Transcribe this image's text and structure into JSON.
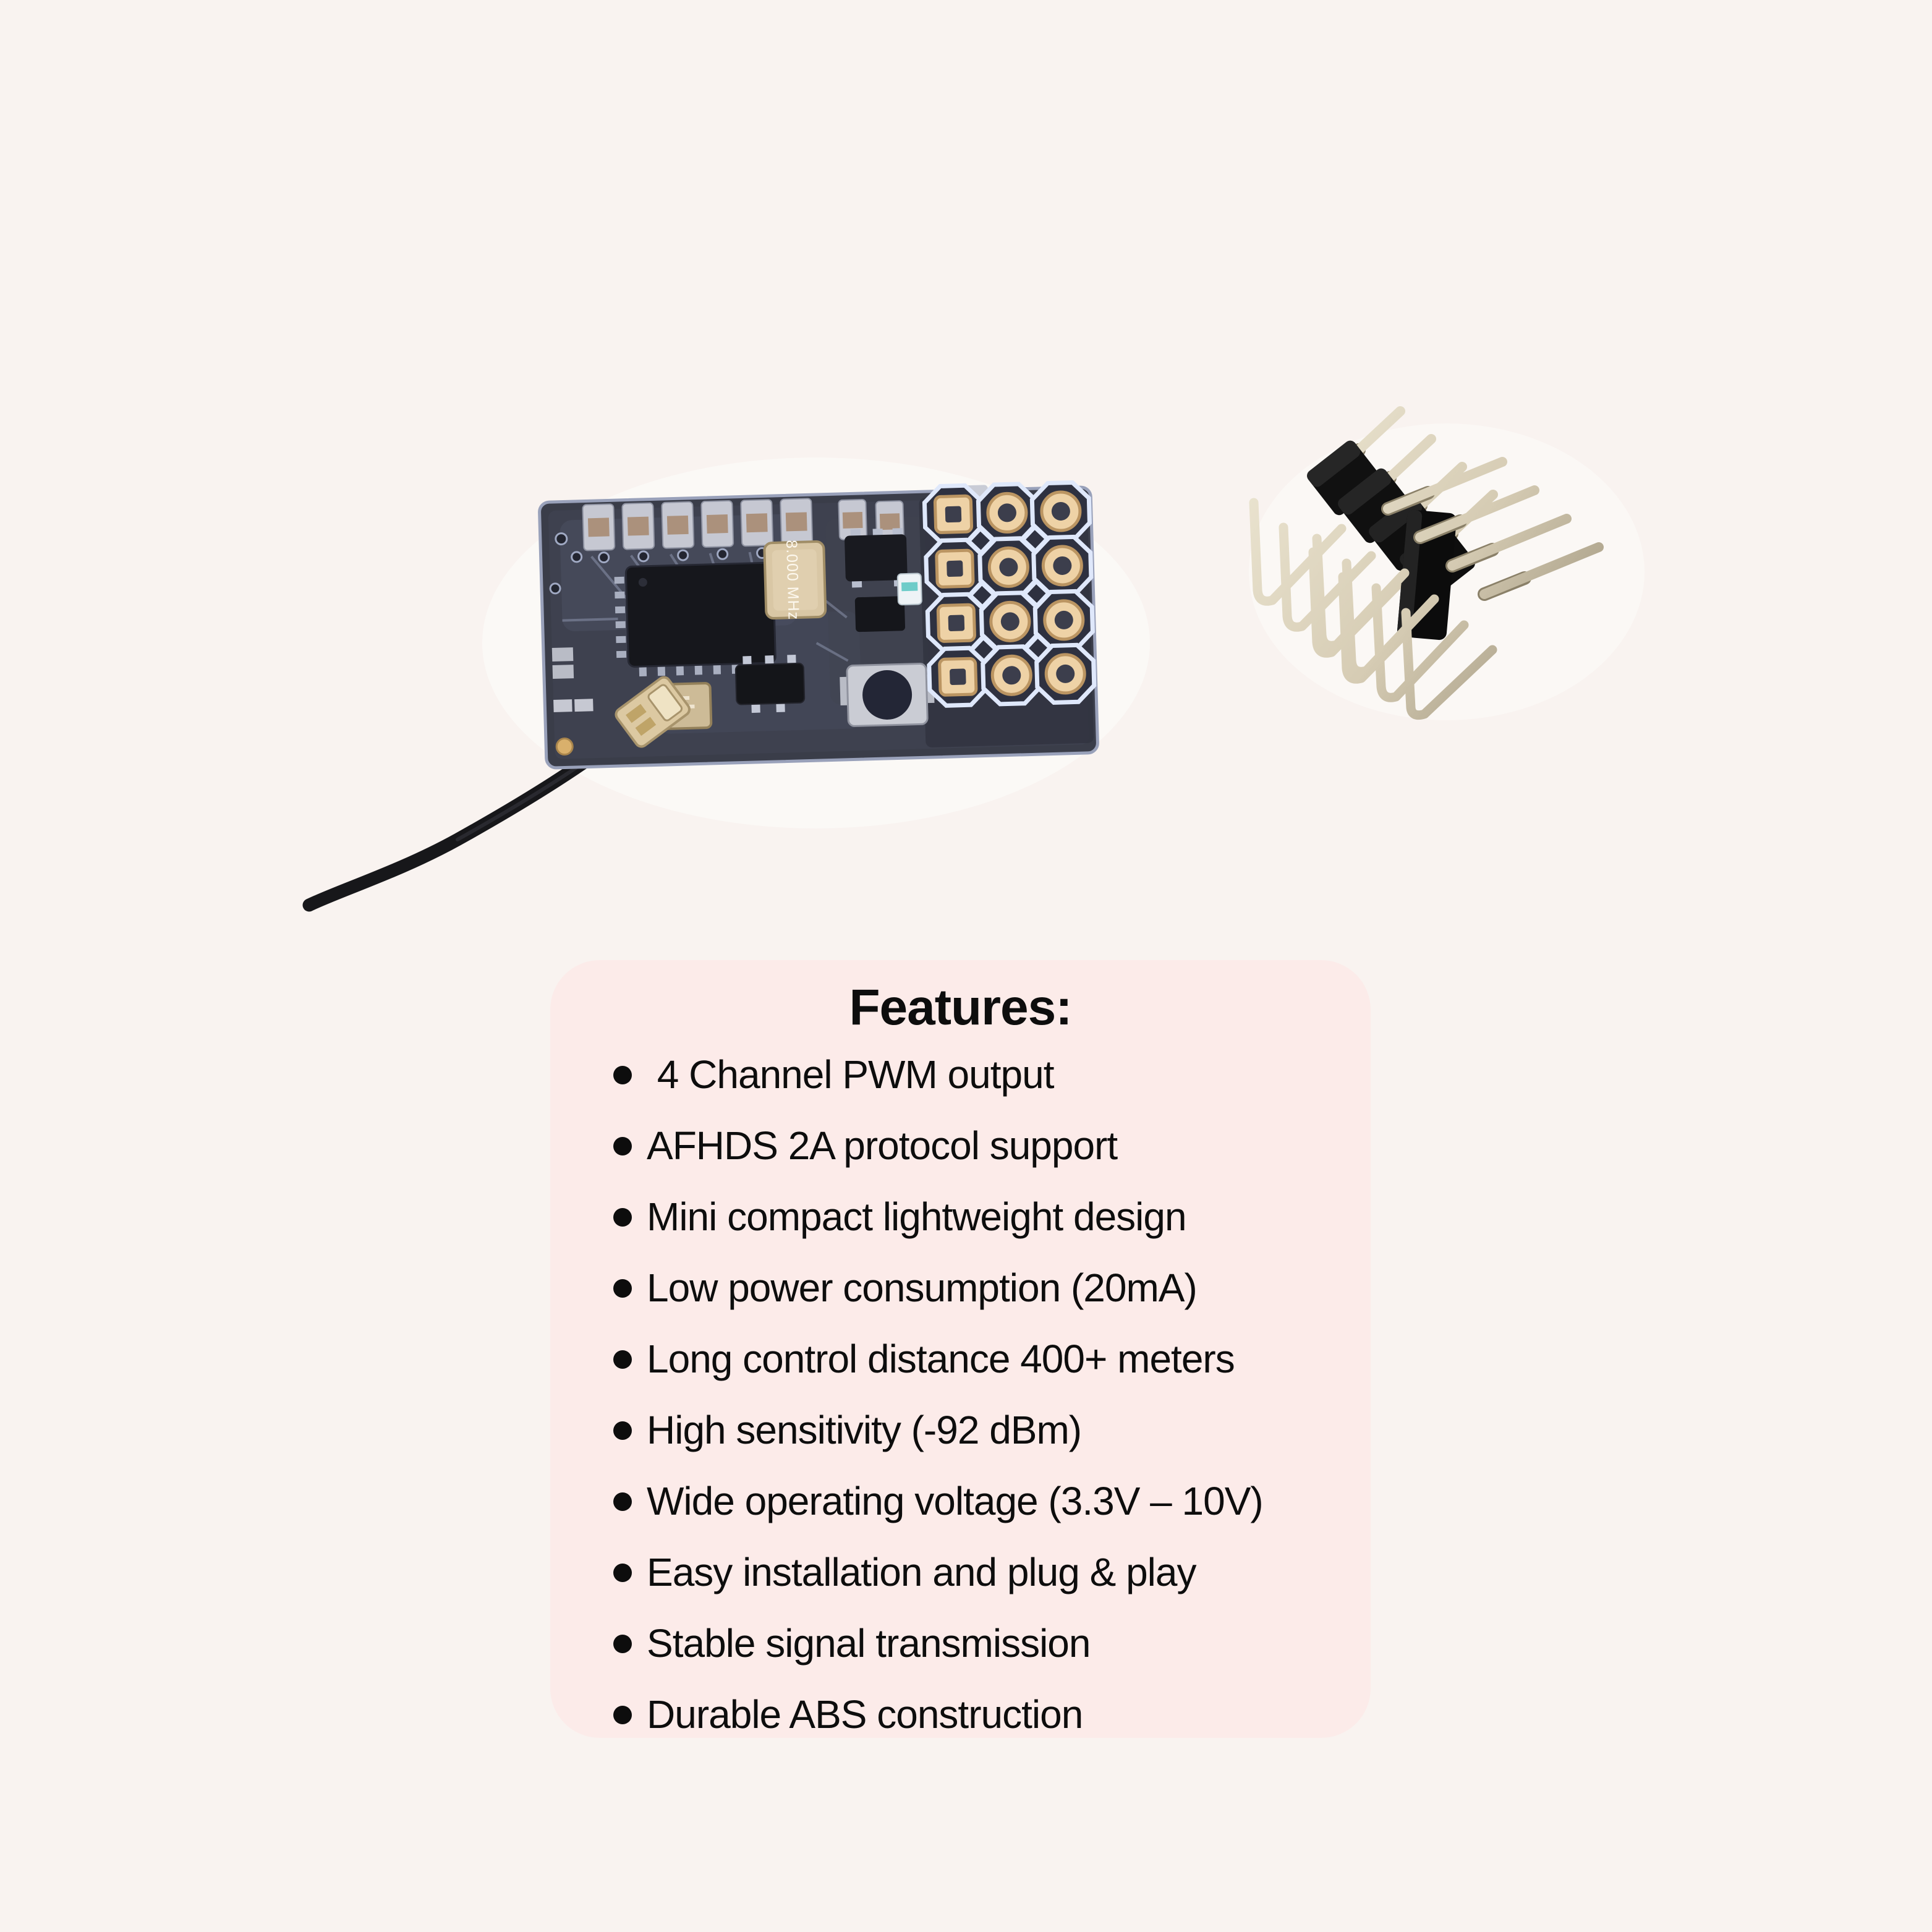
{
  "page": {
    "background_color": "#f9f3f0"
  },
  "features_card": {
    "title": "Features:",
    "background_color": "#fcebe9",
    "text_color": "#0d0d0d",
    "items": [
      " 4 Channel PWM output",
      "AFHDS 2A protocol support",
      "Mini compact lightweight design",
      "Low power consumption (20mA)",
      "Long control distance 400+ meters",
      "High sensitivity (-92 dBm)",
      "Wide operating voltage (3.3V – 10V)",
      "Easy installation and plug & play",
      "Stable signal transmission",
      "Durable ABS construction"
    ]
  },
  "receiver_module": {
    "crystal_label": "8.000 MHz",
    "board_color": "#3a3d49",
    "pad_gold_color": "#eed2a6",
    "trace_outline_color": "#dfe8fb",
    "antenna_color": "#17171a"
  },
  "pin_header": {
    "body_color": "#111111",
    "pin_color": "#d6ccb4"
  }
}
